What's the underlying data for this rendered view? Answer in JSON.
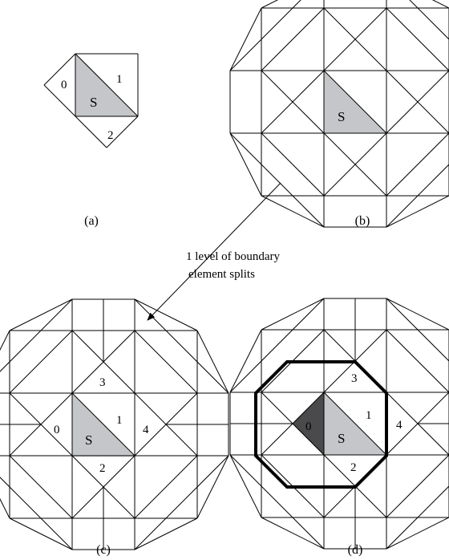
{
  "labels": {
    "s": "S",
    "n0": "0",
    "n1": "1",
    "n2": "2",
    "n3": "3",
    "n4": "4"
  },
  "captions": {
    "a": "(a)",
    "b": "(b)",
    "c": "(c)",
    "d": "(d)"
  },
  "annotation": {
    "line1": "1 level of boundary",
    "line2": "element splits"
  },
  "colors": {
    "s_fill": "#c4c6c9",
    "zero_fill": "#4a4a4c",
    "line": "#000000"
  }
}
